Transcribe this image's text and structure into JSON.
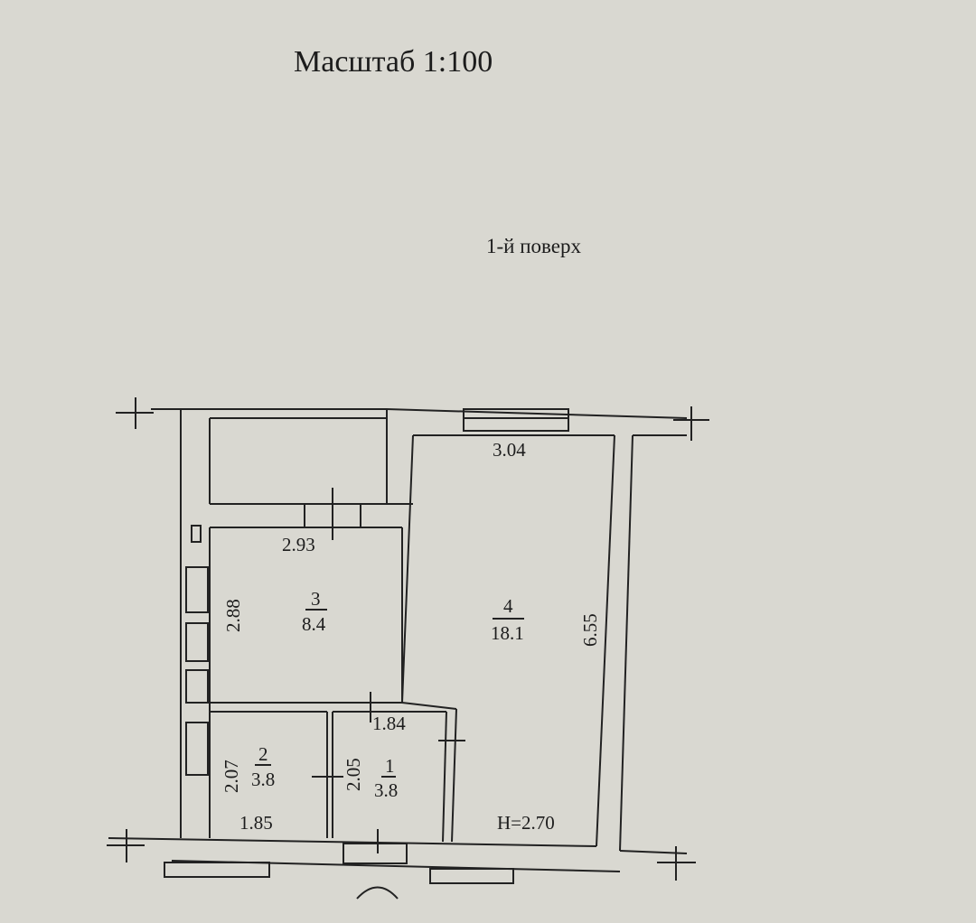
{
  "header": {
    "scale_label": "Масштаб 1:100",
    "floor_label": "1-й поверх"
  },
  "rooms": [
    {
      "number": "1",
      "area": "3.8"
    },
    {
      "number": "2",
      "area": "3.8"
    },
    {
      "number": "3",
      "area": "8.4"
    },
    {
      "number": "4",
      "area": "18.1"
    }
  ],
  "dimensions": {
    "room4_width": "3.04",
    "room4_length": "6.55",
    "room3_width": "2.93",
    "room3_length": "2.88",
    "room2_length": "2.07",
    "room2_width": "1.85",
    "room1_length": "2.05",
    "room1_width": "1.84"
  },
  "ceiling_height": "H=2.70",
  "colors": {
    "paper": "#d9d8d1",
    "ink": "#1c1c1c"
  }
}
